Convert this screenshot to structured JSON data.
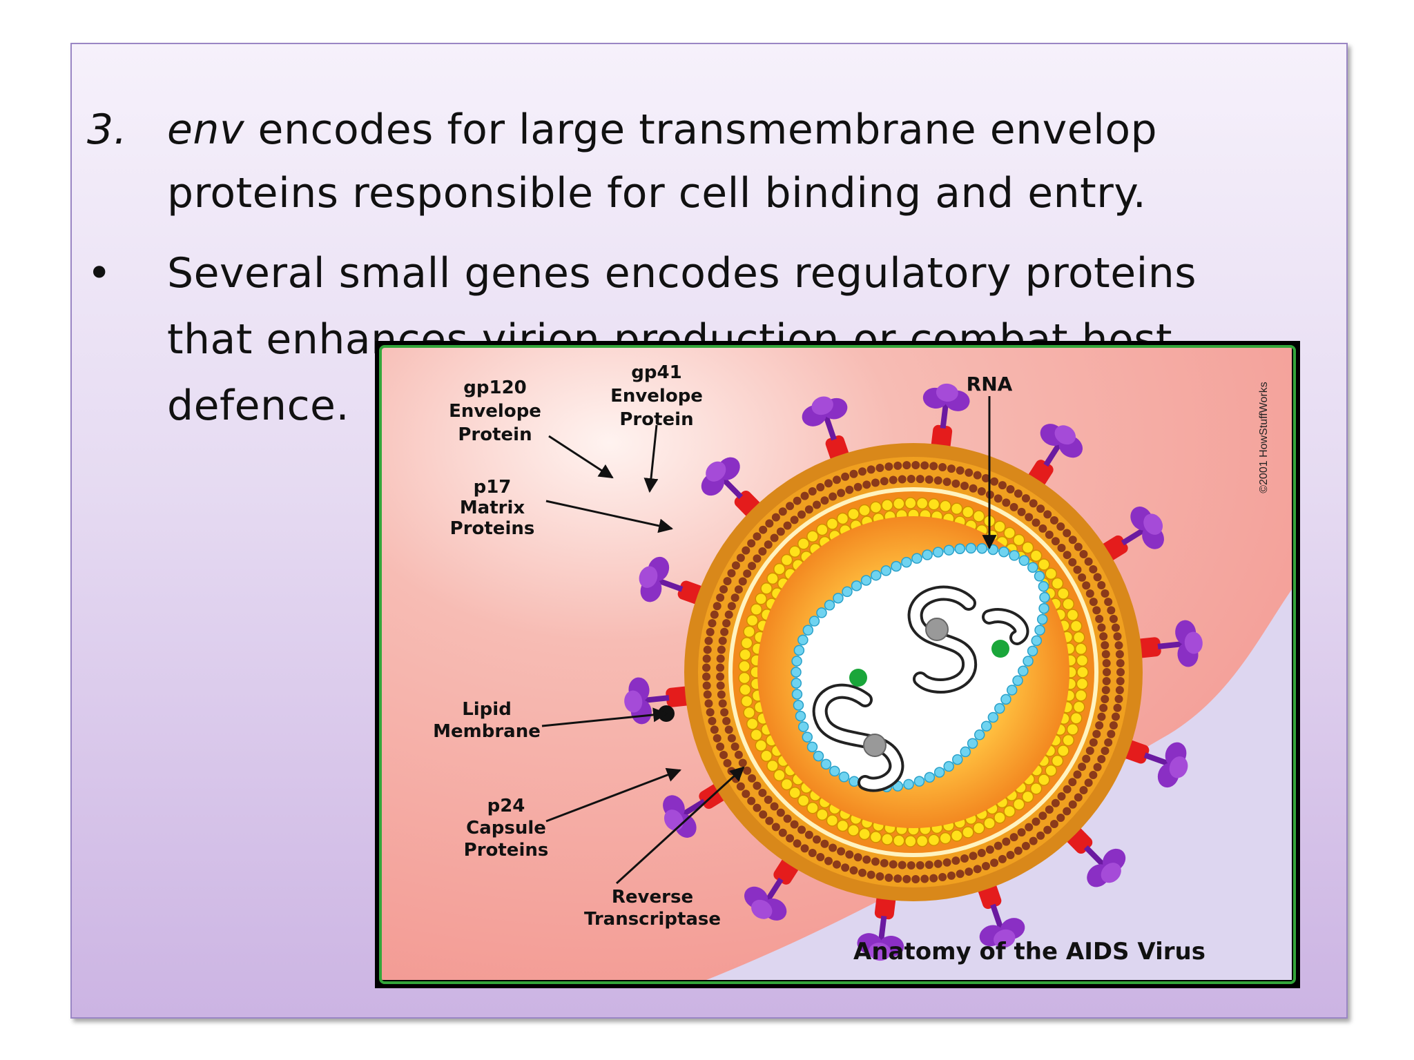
{
  "slide": {
    "bullets": [
      {
        "marker": "3.",
        "lines": [
          {
            "italic": "env",
            "text": " encodes for large transmembrane envelop"
          },
          {
            "text": "proteins responsible for cell binding and entry."
          }
        ]
      },
      {
        "marker": "•",
        "lines": [
          {
            "text": "Several small genes encodes regulatory proteins"
          },
          {
            "text": "that enhances virion production or combat host"
          },
          {
            "text": "defence."
          }
        ]
      }
    ]
  },
  "diagram": {
    "title": "Anatomy of the AIDS Virus",
    "copyright": "©2001 HowStuffWorks",
    "labels": {
      "gp120": [
        "gp120",
        "Envelope",
        "Protein"
      ],
      "gp41": [
        "gp41",
        "Envelope",
        "Protein"
      ],
      "rna": [
        "RNA"
      ],
      "p17": [
        "p17",
        "Matrix",
        "Proteins"
      ],
      "lipid": [
        "Lipid",
        "Membrane"
      ],
      "p24": [
        "p24",
        "Capsule",
        "Proteins"
      ],
      "rt": [
        "Reverse",
        "Transcriptase"
      ]
    },
    "colors": {
      "background_pink": "#f4a6a0",
      "background_lavender": "#ddd6f0",
      "border_green": "#33a63a",
      "envelope_orange": "#f0a020",
      "membrane_brown": "#8b3a1a",
      "capsid_yellow": "#ffe11a",
      "core_blue": "#6fd3f0",
      "spike_purple": "#8a2fc4",
      "spike_stem_red": "#e41c1c"
    }
  }
}
